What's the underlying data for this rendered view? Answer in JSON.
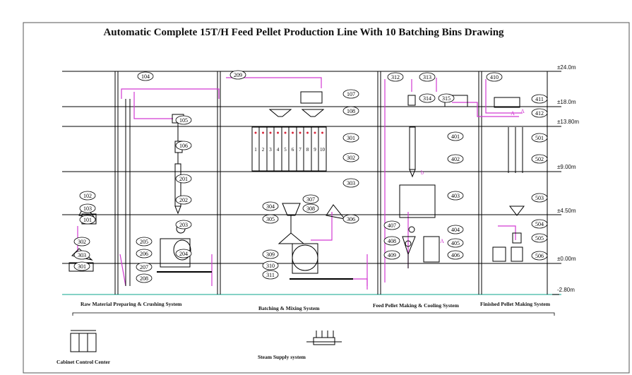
{
  "title": "Automatic Complete 15T/H Feed Pellet Production Line With 10 Batching Bins Drawing",
  "systems": {
    "raw": "Raw Material Preparing & Crushing System",
    "batching": "Batching & Mixing System",
    "pellet": "Feed Pellet Making & Cooling System",
    "finished": "Finished Pellet Making System"
  },
  "bottom": {
    "cabinet": "Cabinet Control Center",
    "steam": "Steam Supply system"
  },
  "levels": [
    "±24.0m",
    "±18.0m",
    "±13.80m",
    "±9.00m",
    "±4.50m",
    "±0.00m",
    "-2.80m"
  ],
  "bin_numbers": [
    "1",
    "2",
    "3",
    "4",
    "5",
    "6",
    "7",
    "8",
    "9",
    "10"
  ],
  "labels": [
    "104",
    "105",
    "106",
    "201",
    "202",
    "203",
    "204",
    "205",
    "206",
    "207",
    "208",
    "102",
    "103",
    "101",
    "302",
    "303",
    "301",
    "209",
    "107",
    "108",
    "301",
    "302",
    "303",
    "304",
    "307",
    "305",
    "308",
    "306",
    "309",
    "310",
    "311",
    "312",
    "313",
    "314",
    "315",
    "401",
    "402",
    "403",
    "404",
    "405",
    "406",
    "407",
    "408",
    "409",
    "410",
    "411",
    "412",
    "501",
    "502",
    "503",
    "504",
    "505",
    "506",
    "A",
    "b",
    "A",
    "A"
  ],
  "colors": {
    "pipe": "#d23ad2",
    "line": "#000000",
    "ground": "#3cb6a5",
    "bin_mark": "#d9283c"
  }
}
